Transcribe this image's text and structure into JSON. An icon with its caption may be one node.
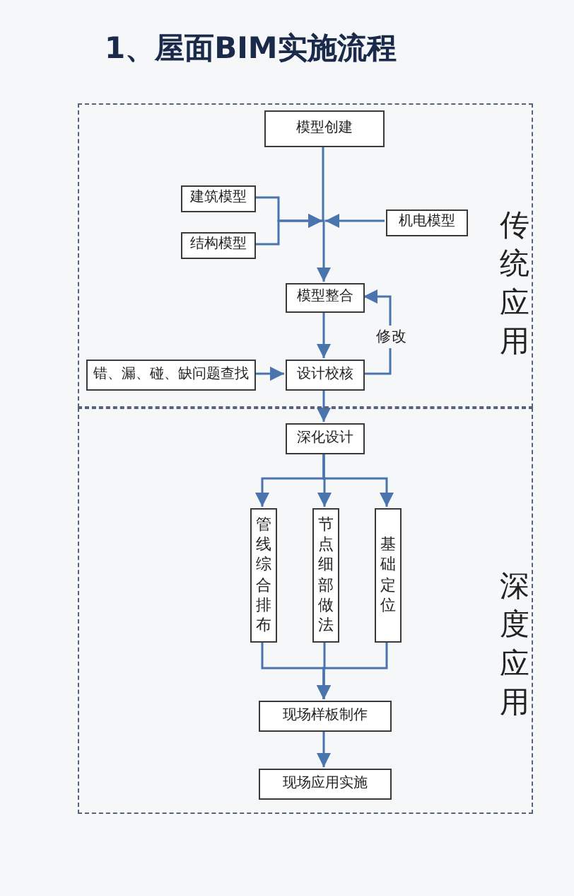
{
  "diagram": {
    "title": "1、屋面BIM实施流程",
    "nodes": [
      {
        "text": [
          "传统应用"
        ]
      },
      {
        "text": [
          "深度应用"
        ]
      },
      {
        "text": [
          "模型创建"
        ],
        "in": 0
      },
      {
        "text": [
          "建筑模型"
        ],
        "in": 0
      },
      {
        "text": [
          "结构模型"
        ],
        "in": 0
      },
      {
        "text": [
          "机电模型"
        ],
        "in": 0
      },
      {
        "text": [
          "模型整合"
        ],
        "in": 0
      },
      {
        "text": [
          "错、漏、碰、缺问题查找"
        ],
        "in": 0
      },
      {
        "text": [
          "设计校核"
        ],
        "in": 0
      },
      {
        "text": [
          "深化设计"
        ],
        "in": 1
      },
      {
        "text": [
          "管线综合排布"
        ],
        "in": 1
      },
      {
        "text": [
          "节点细部做法"
        ],
        "in": 1
      },
      {
        "text": [
          "基础定位"
        ],
        "in": 1
      },
      {
        "text": [
          "现场样板制作"
        ],
        "in": 1
      },
      {
        "text": [
          "现场应用实施"
        ],
        "in": 1
      }
    ],
    "edges": [
      {
        "from": 2,
        "to": 6,
        "arrow": "to"
      },
      {
        "from": 3,
        "to": 6,
        "arrow": "to"
      },
      {
        "from": 4,
        "to": 6,
        "arrow": "to"
      },
      {
        "from": 5,
        "to": 6,
        "arrow": "to"
      },
      {
        "from": 6,
        "to": 8,
        "arrow": "to"
      },
      {
        "from": 8,
        "to": 6,
        "arrow": "to",
        "label": "修改"
      },
      {
        "from": 7,
        "to": 8,
        "arrow": "to"
      },
      {
        "from": 8,
        "to": 9,
        "arrow": "to"
      },
      {
        "from": 9,
        "to": 10,
        "arrow": "to"
      },
      {
        "from": 9,
        "to": 11,
        "arrow": "to"
      },
      {
        "from": 9,
        "to": 12,
        "arrow": "to"
      },
      {
        "from": 10,
        "to": 13,
        "arrow": "to"
      },
      {
        "from": 11,
        "to": 13,
        "arrow": "to"
      },
      {
        "from": 12,
        "to": 13,
        "arrow": "to"
      },
      {
        "from": 13,
        "to": 14,
        "arrow": "to"
      }
    ]
  }
}
